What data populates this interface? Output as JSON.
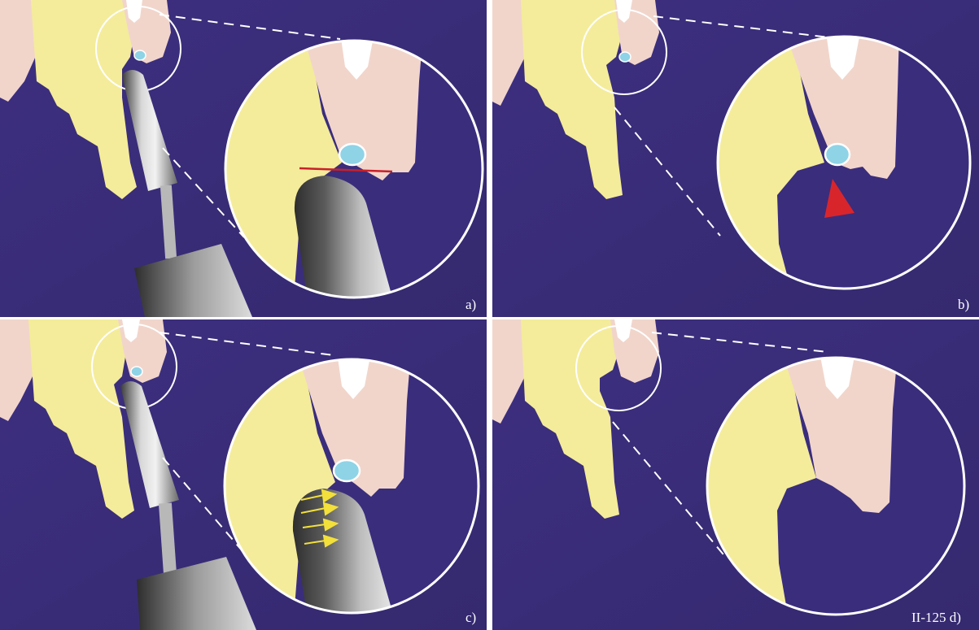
{
  "figure": {
    "panels": [
      {
        "id": "a",
        "label": "a)"
      },
      {
        "id": "b",
        "label": "b)"
      },
      {
        "id": "c",
        "label": "c)"
      },
      {
        "id": "d",
        "label": "II-125 d)"
      }
    ]
  },
  "colors": {
    "background": "#3a2d7c",
    "face": "#f4ec9a",
    "lip": "#f1d5cb",
    "tooth": "#ffffff",
    "cyst": "#8fd3e6",
    "circle_outline": "#ffffff",
    "cut_line": "#c8202a",
    "arrow_red": "#d8252c",
    "arrows_yellow": "#f3e03a",
    "instrument": "#9a9a9a"
  },
  "icons": {
    "instrument": "electrosurgical-tip-icon",
    "red_arrow": "red-triangle-arrow-icon",
    "yellow_arrows": "yellow-arrow-icon"
  }
}
